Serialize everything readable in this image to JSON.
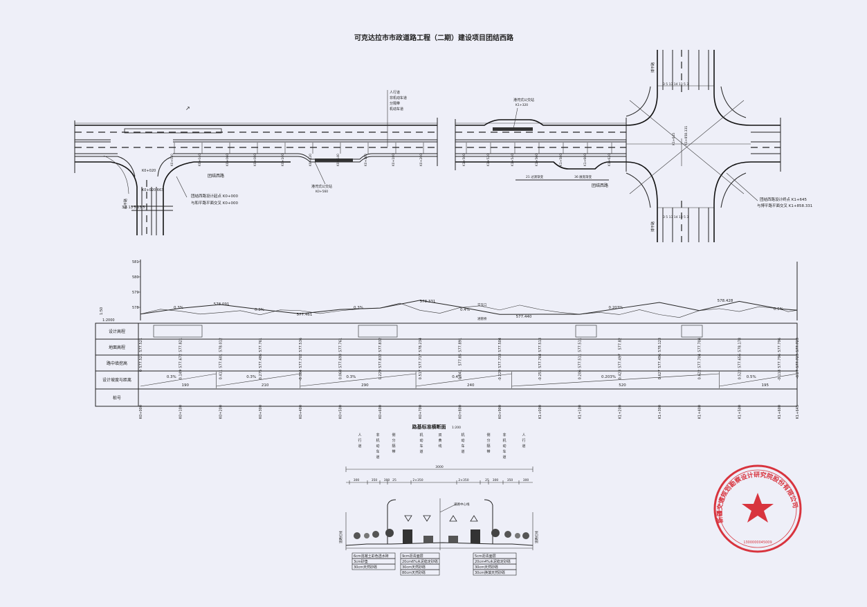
{
  "title": "可克达拉市市政道路工程（二期）建设项目团结西路",
  "plan": {
    "road_name": "团结西路",
    "start_note_line1": "团结西路设计起点 K0+000",
    "start_note_line2": "与和平路平面交叉 K0+000",
    "end_note_line1": "团结西路设计终点 K1+645",
    "end_note_line2": "与博平路平面交叉 K1+858.331",
    "left_cross_road": "和平路",
    "right_cross_road_top": "博平路",
    "right_cross_road_bottom": "博平路",
    "bus_stop_1": "港湾式公交站",
    "bus_stop_1_chainage": "K0+560",
    "bus_stop_2": "港湾式公交站",
    "bus_stop_2_chainage": "K1+320",
    "legend_items": [
      "人行道",
      "非机动车道",
      "分隔带",
      "机动车道"
    ],
    "stations_left": [
      "K0+020",
      "K0+040",
      "K0+060",
      "K0+080",
      "K0+100",
      "K0+120",
      "K0+140",
      "K0+160",
      "K0+180",
      "K0+200"
    ],
    "stations_right": [
      "K1+500",
      "K1+520",
      "K1+540",
      "K1+560",
      "K1+580",
      "K1+600",
      "K1+620"
    ],
    "cross_labels": [
      "K1+645",
      "K1+858.331",
      "K0+020.663",
      "K0+020"
    ],
    "transition_1": "21 过渡渐变",
    "transition_2": "36 展宽渐变"
  },
  "profile": {
    "scale_v": "1:50",
    "scale_h": "1:2000",
    "y_ticks": [
      "581",
      "580",
      "579",
      "578"
    ],
    "peak_labels": [
      "578.091",
      "577.461",
      "578.331",
      "577.440",
      "578.428"
    ],
    "grade_labels": [
      "0.3%",
      "0.3%",
      "0.3%",
      "0.4%",
      "0.203%",
      "0.5%"
    ],
    "row_labels": [
      "设计高程",
      "地面高程",
      "路中填挖高",
      "设计坡度与距离",
      "桩号"
    ],
    "stations": [
      "K0+000",
      "K0+100",
      "K0+200",
      "K0+300",
      "K0+400",
      "K0+500",
      "K0+600",
      "K0+700",
      "K0+800",
      "K0+900",
      "K1+000",
      "K1+100",
      "K1+200",
      "K1+300",
      "K1+400",
      "K1+500",
      "K1+600",
      "K1+645"
    ],
    "design_elev": [
      "577.521",
      "577.821",
      "578.012",
      "577.761",
      "577.536",
      "577.761",
      "577.832",
      "578.234",
      "577.891",
      "577.504",
      "577.513",
      "577.511",
      "577.82",
      "578.123",
      "577.704",
      "578.178",
      "577.796",
      "577.723"
    ],
    "ground_elev": [
      "577.521",
      "577.672",
      "577.601",
      "577.486",
      "577.702",
      "577.693",
      "577.832",
      "577.717",
      "577.85",
      "577.733",
      "577.764",
      "577.511",
      "577.497",
      "577.496",
      "577.704",
      "577.656",
      "577.796",
      "577.723"
    ],
    "fill_cut": [
      "0",
      "0.149",
      "0.411",
      "0.275",
      "-0.164",
      "0.068",
      "0.229",
      "0.517",
      "0.041",
      "-0.229",
      "-0.251",
      "0.206",
      "0.423",
      "0.627",
      "0.622",
      "0.522",
      "-0.118",
      "-0.27"
    ],
    "grade_segments": [
      {
        "grade": "0.3%",
        "dist": "190"
      },
      {
        "grade": "0.3%",
        "dist": "210"
      },
      {
        "grade": "0.3%",
        "dist": "290"
      },
      {
        "grade": "0.4%",
        "dist": "240"
      },
      {
        "grade": "0.203%",
        "dist": "520"
      },
      {
        "grade": "0.5%",
        "dist": "195"
      }
    ]
  },
  "section": {
    "title": "路基标准横断面",
    "scale": "1:200",
    "columns": [
      "人行道",
      "非机动车道",
      "侧分隔带",
      "机动车道",
      "双黄线",
      "机动车道",
      "侧分隔带",
      "非机动车道",
      "人行道"
    ],
    "total_width": "3000",
    "dims": [
      "300",
      "350",
      "300",
      "25",
      "2×350",
      "2×350",
      "25",
      "300",
      "350",
      "300"
    ],
    "center_label": "道路中心线",
    "left_boundary": "道路红线",
    "right_boundary": "道路红线",
    "layers_left": [
      "6cm混凝土彩色透水砖",
      "3cm砂垫",
      "30cm天然砂砾"
    ],
    "layers_center": [
      "9cm沥青面层",
      "20cm6%水泥稳定砂砾",
      "30cm天然砂砾",
      "80cm天然砂砾"
    ],
    "layers_right": [
      "5cm沥青面层",
      "20cm4%水泥稳定砂砾",
      "30cm天然砂砾",
      "30cm换填天然砂砾"
    ]
  },
  "stamp": {
    "text": "新疆交通规划勘察设计研究院股份有限公司",
    "code": "1300000045009"
  }
}
